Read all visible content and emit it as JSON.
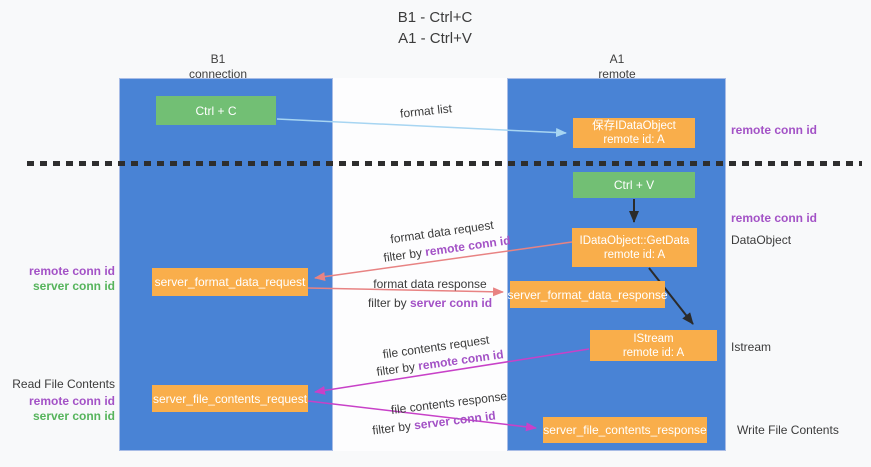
{
  "title": {
    "line1": "B1 - Ctrl+C",
    "line2": "A1 - Ctrl+V"
  },
  "lifelines": {
    "left": {
      "name": "B1",
      "role": "connection"
    },
    "right": {
      "name": "A1",
      "role": "remote"
    }
  },
  "boxes": {
    "ctrl_c": "Ctrl + C",
    "ctrl_v": "Ctrl + V",
    "save_obj_1": "保存IDataObject",
    "save_obj_2": "remote id: A",
    "getdata_1": "IDataObject::GetData",
    "getdata_2": "remote id: A",
    "istream_1": "IStream",
    "istream_2": "remote id: A",
    "fmt_req": "server_format_data_request",
    "fmt_resp": "server_format_data_response",
    "file_req": "server_file_contents_request",
    "file_resp": "server_file_contents_response"
  },
  "flow": {
    "format_list": "format list",
    "fmt_req_label": "format data request",
    "fmt_resp_label": "format data response",
    "file_req_label": "file contents request",
    "file_resp_label": "file contents response",
    "filter_by": "filter by",
    "remote_conn_id": "remote conn id",
    "server_conn_id": "server conn id"
  },
  "side_labels": {
    "left_remote_1": "remote conn id",
    "left_server_1": "server conn id",
    "read_file": "Read File Contents",
    "left_remote_2": "remote conn id",
    "left_server_2": "server conn id",
    "right_remote_1": "remote conn id",
    "right_remote_2": "remote conn id",
    "dataobject": "DataObject",
    "istream": "Istream",
    "write_file": "Write File Contents"
  },
  "colors": {
    "lifeline_blue": "#4983d5",
    "box_orange": "#f9ae4b",
    "box_green": "#72bf74",
    "arrow_light_blue": "#a7d5f2",
    "arrow_red": "#e88383",
    "arrow_magenta": "#c841c8",
    "arrow_black": "#2b2b2b",
    "text_purple": "#a352c6",
    "text_green": "#56b45c"
  }
}
